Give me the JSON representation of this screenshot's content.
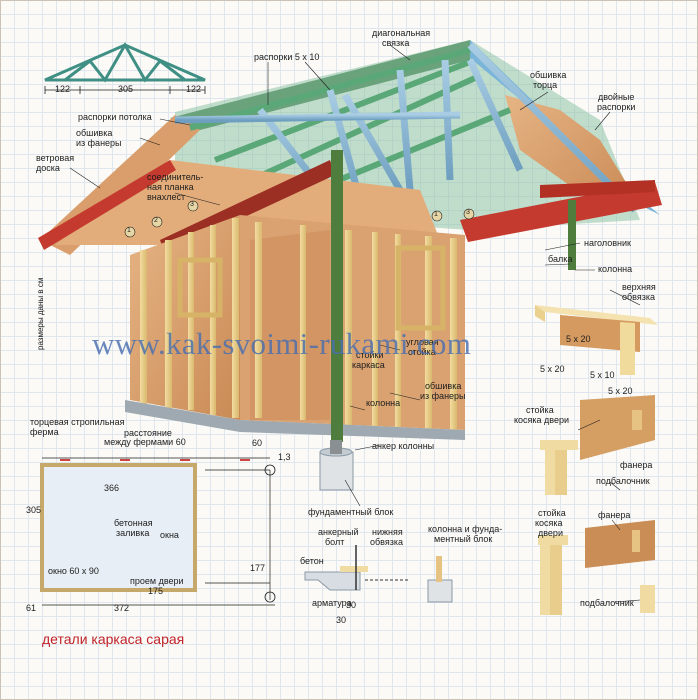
{
  "watermark": "www.kak-svoimi-rukami.com",
  "caption": "детали каркаса сарая",
  "side_note": "размеры даны в см",
  "labels": {
    "rasporki_5x10": "распорки 5 x 10",
    "diagonal_1": "диагональная",
    "diagonal_2": "связка",
    "obshivka_torca_1": "обшивка",
    "obshivka_torca_2": "торца",
    "dvoinye_1": "двойные",
    "dvoinye_2": "распорки",
    "rasporki_potolka": "распорки потолка",
    "obshivka_fanery_1": "обшивка",
    "obshivka_fanery_2": "из фанеры",
    "vetrovaya_1": "ветровая",
    "vetrovaya_2": "доска",
    "soedin_1": "соединитель-",
    "soedin_2": "ная планка",
    "soedin_3": "внахлест",
    "nagolovnik": "наголовник",
    "balka": "балка",
    "kolonna_right": "колонна",
    "stoiki_1": "стойки",
    "stoiki_2": "каркаса",
    "ugolnaya_1": "угловая",
    "ugolnaya_2": "стойка",
    "obshivka_wall_1": "обшивка",
    "obshivka_wall_2": "из фанеры",
    "kolonna_center": "колонна",
    "ankor_kolonny": "анкер колонны",
    "fund_blok": "фундаментный блок",
    "verhnyaya_1": "верхняя",
    "verhnyaya_2": "обвязка",
    "torcevaya_1": "торцевая стропильная",
    "torcevaya_2": "ферма",
    "rasstoyanie_1": "расстояние",
    "rasstoyanie_2": "между фермами 60",
    "betonnaya_1": "бетонная",
    "betonnaya_2": "заливка",
    "okna": "окна",
    "okno_60x90": "окно 60 x 90",
    "proem_dveri": "проем двери",
    "stoika_kosyak_1": "стойка",
    "stoika_kosyak_2": "косяка двери",
    "fanera": "фанера",
    "podbalochnik": "подбалочник",
    "stoika_kosyak_b1": "стойка",
    "stoika_kosyak_b2": "косяка",
    "stoika_kosyak_b3": "двери",
    "fanera_b": "фанера",
    "podbalochnik_b": "подбалочник",
    "ankerny_1": "анкерный",
    "ankerny_2": "болт",
    "nizhnyaya_1": "нижняя",
    "nizhnyaya_2": "обвязка",
    "kolonna_fund_1": "колонна и фунда-",
    "kolonna_fund_2": "ментный блок",
    "beton": "бетон",
    "armatura": "арматура"
  },
  "dims": {
    "truss_left": "122",
    "truss_mid": "305",
    "truss_right": "122",
    "plan_60": "60",
    "plan_13": "1,3",
    "plan_366": "366",
    "plan_305": "305",
    "plan_177": "177",
    "plan_175": "175",
    "plan_61": "61",
    "plan_372": "372",
    "plate_5x20": "5 x 20",
    "plate_5x10": "5 x 10",
    "door_5x20": "5 x 20",
    "anchor_30a": "30",
    "anchor_30b": "30"
  },
  "callouts": [
    "1",
    "2",
    "3",
    "1",
    "3"
  ]
}
